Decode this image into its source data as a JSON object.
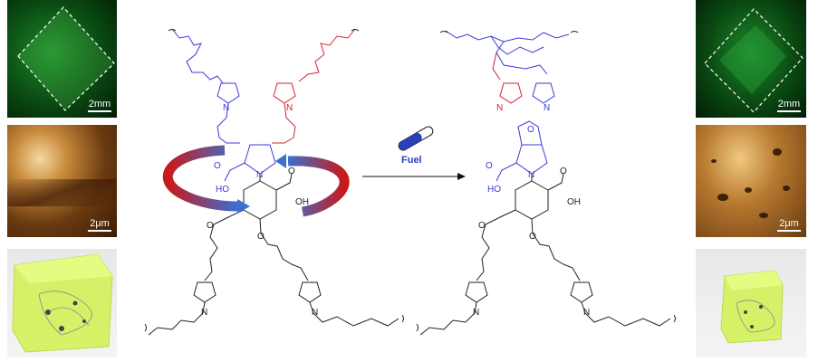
{
  "panels": {
    "left": {
      "photo_scale": "2mm",
      "afm_scale": "2μm"
    },
    "right": {
      "photo_scale": "2mm",
      "afm_scale": "2μm"
    }
  },
  "reaction": {
    "fuel_label": "Fuel"
  },
  "atoms": {
    "O": "O",
    "N": "N",
    "OH": "OH",
    "HO": "HO"
  },
  "colors": {
    "blue_chain": "#3a3adc",
    "red_chain": "#d42030",
    "fuel": "#2b3fb8",
    "gel": "#c8ff50"
  }
}
